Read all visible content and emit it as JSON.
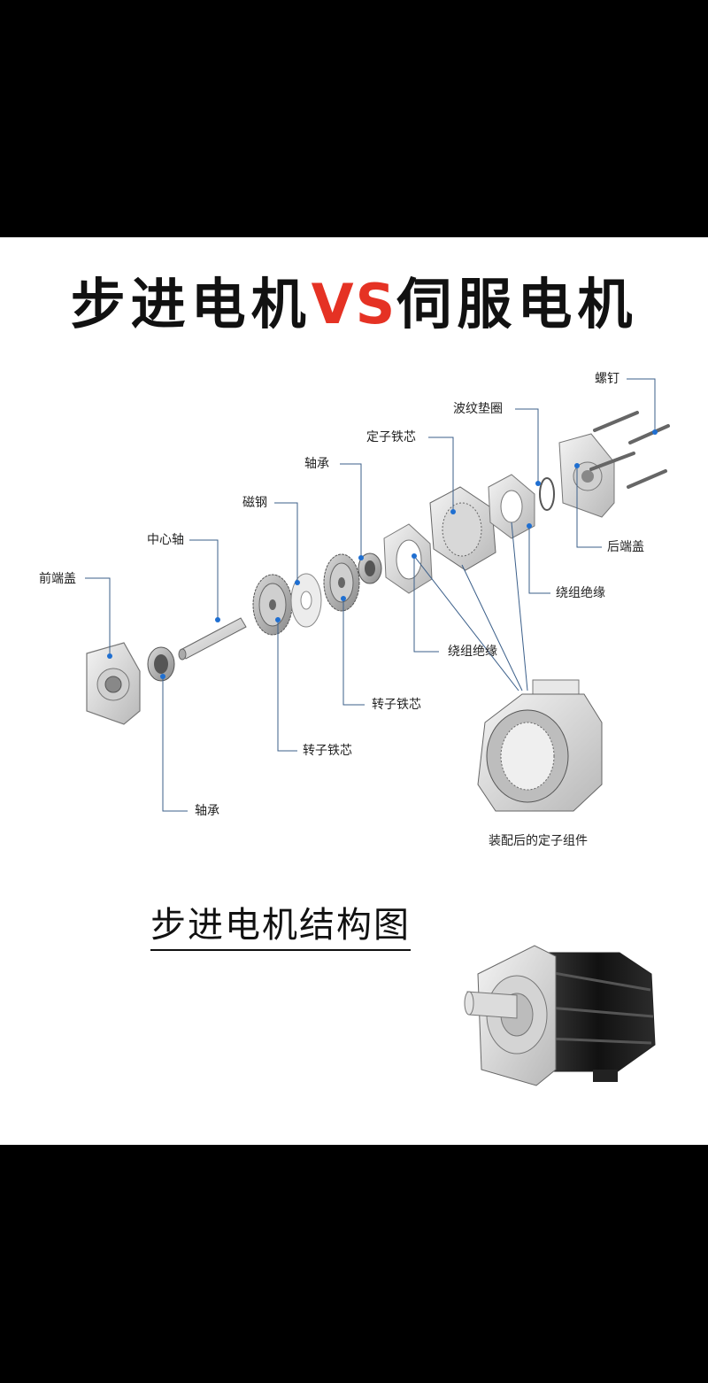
{
  "title": {
    "part1": "步进电机",
    "vs": "VS",
    "part2": "伺服电机"
  },
  "labels": {
    "front_cover": "前端盖",
    "center_shaft": "中心轴",
    "magnet_steel": "磁钢",
    "bearing_top": "轴承",
    "stator_core": "定子铁芯",
    "wave_washer": "波纹垫圈",
    "screw": "螺钉",
    "rear_cover": "后端盖",
    "winding_insulation_right": "绕组绝缘",
    "winding_insulation_mid": "绕组绝缘",
    "rotor_core_upper": "转子铁芯",
    "rotor_core_lower": "转子铁芯",
    "bearing_bottom": "轴承",
    "assembled_stator": "装配后的定子组件"
  },
  "subtitle": "步进电机结构图",
  "colors": {
    "accent": "#e53224",
    "leader": "#3b5f8a",
    "dot": "#1f6fd1"
  }
}
